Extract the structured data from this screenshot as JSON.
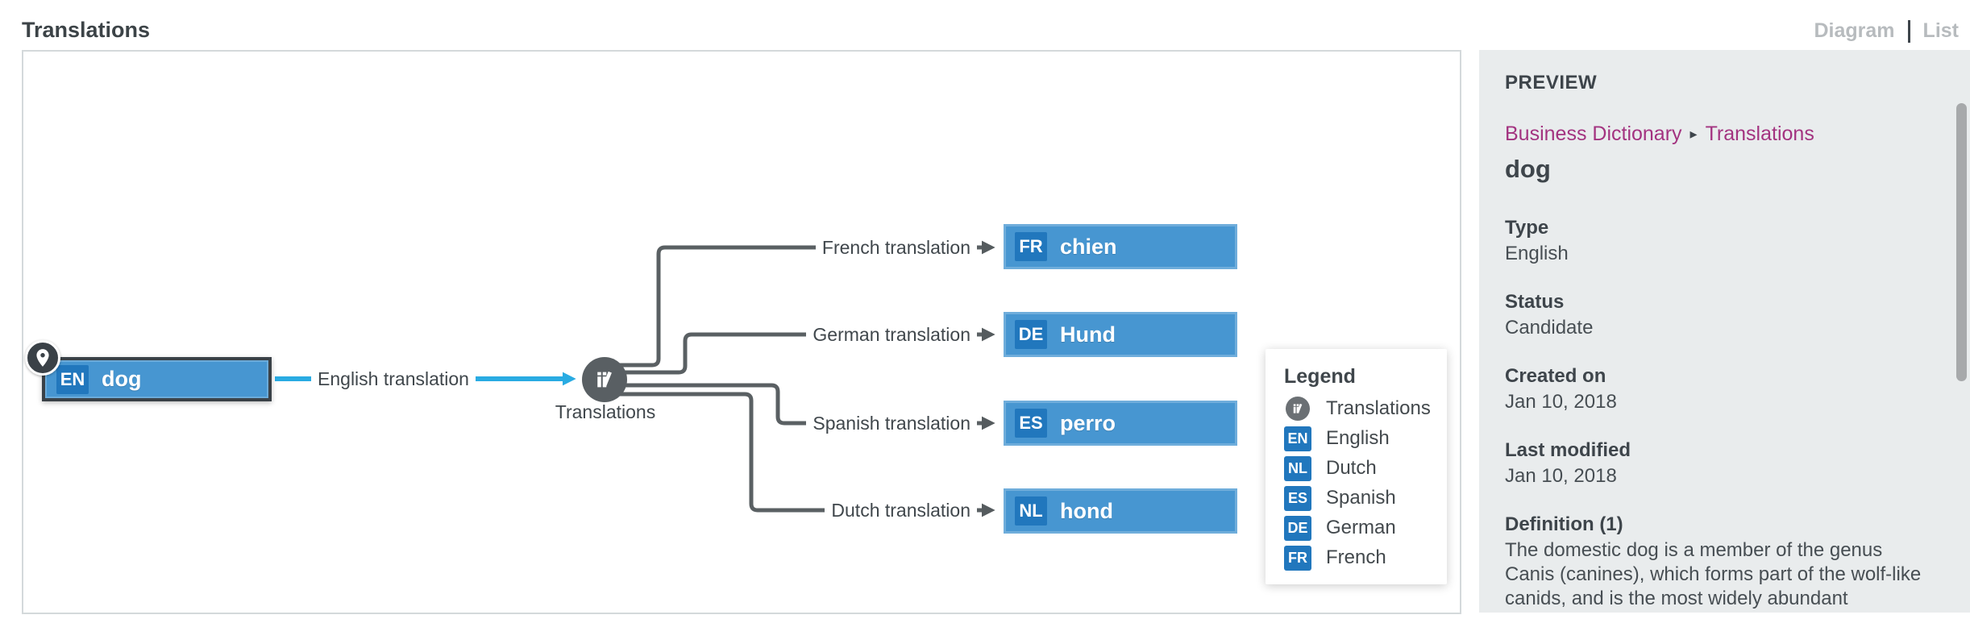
{
  "header": {
    "title": "Translations",
    "view_toggle": {
      "diagram": "Diagram",
      "list": "List"
    }
  },
  "diagram": {
    "source_node": {
      "lang": "EN",
      "label": "dog"
    },
    "source_edge_label": "English translation",
    "hub_node": {
      "label": "Translations"
    },
    "edges": [
      {
        "label": "French translation",
        "lang": "FR",
        "term": "chien"
      },
      {
        "label": "German translation",
        "lang": "DE",
        "term": "Hund"
      },
      {
        "label": "Spanish translation",
        "lang": "ES",
        "term": "perro"
      },
      {
        "label": "Dutch translation",
        "lang": "NL",
        "term": "hond"
      }
    ],
    "legend": {
      "title": "Legend",
      "items": [
        {
          "icon": "books-icon",
          "label": "Translations"
        },
        {
          "badge": "EN",
          "label": "English"
        },
        {
          "badge": "NL",
          "label": "Dutch"
        },
        {
          "badge": "ES",
          "label": "Spanish"
        },
        {
          "badge": "DE",
          "label": "German"
        },
        {
          "badge": "FR",
          "label": "French"
        }
      ]
    }
  },
  "preview": {
    "heading": "PREVIEW",
    "breadcrumb": {
      "parent": "Business Dictionary",
      "current": "Translations"
    },
    "title": "dog",
    "fields": [
      {
        "label": "Type",
        "value": "English"
      },
      {
        "label": "Status",
        "value": "Candidate"
      },
      {
        "label": "Created on",
        "value": "Jan 10, 2018"
      },
      {
        "label": "Last modified",
        "value": "Jan 10, 2018"
      },
      {
        "label": "Definition (1)",
        "value": "The domestic dog is a member of the genus Canis (canines), which forms part of the wolf-like canids, and is the most widely abundant terrestrial carnivore."
      }
    ]
  },
  "colors": {
    "node_blue": "#4796d1",
    "badge_blue": "#2177bd",
    "edge_gray": "#5a6063",
    "edge_blue": "#29abe2",
    "hub_gray": "#595f63",
    "breadcrumb_magenta": "#a33380",
    "sidebar_bg": "#e9eced",
    "muted_toggle": "#b7bbbe",
    "text_dark": "#3e454b"
  }
}
